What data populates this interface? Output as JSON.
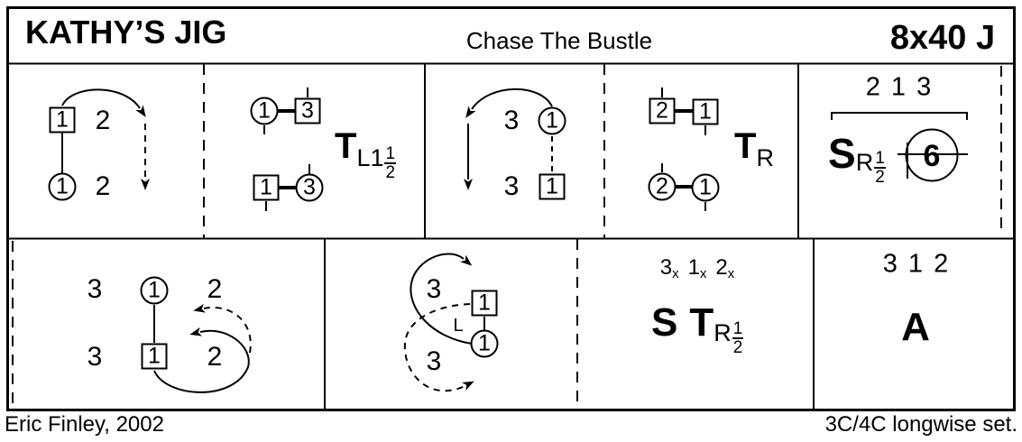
{
  "header": {
    "title": "KATHY’S JIG",
    "subtitle": "Chase The Bustle",
    "repeat_code": "8x40 J"
  },
  "footer": {
    "devisor": "Eric Finley, 2002",
    "set_type": "3C/4C longwise set."
  },
  "colors": {
    "ink": "#000000",
    "paper": "#ffffff"
  },
  "bars": {
    "b1": {
      "man_square": "1",
      "lady_circle": "1",
      "top_num": "2",
      "bottom_num": "2"
    },
    "b2": {
      "lady_top": "1",
      "man_top": "3",
      "man_bottom": "1",
      "lady_bottom": "3",
      "op": "T",
      "sub": "L1",
      "frac_num": "1",
      "frac_den": "2"
    },
    "b3": {
      "top_num": "3",
      "lady_circle": "1",
      "bottom_num": "3",
      "man_square": "1"
    },
    "b4": {
      "man_left": "2",
      "man_right": "1",
      "lady_left": "2",
      "lady_right": "1",
      "op": "T",
      "sub": "R"
    },
    "b5": {
      "order": "2 1 3",
      "op": "S",
      "sub": "R",
      "frac_num": "1",
      "frac_den": "2",
      "hands_round": "6"
    },
    "b6": {
      "top_left": "3",
      "lady_circle": "1",
      "top_right": "2",
      "bottom_left": "3",
      "man_square": "1",
      "bottom_right": "2"
    },
    "b7": {
      "top_num": "3",
      "man_square": "1",
      "shoulder": "L",
      "lady_circle": "1",
      "bottom_num": "3"
    },
    "b8": {
      "d1": "3",
      "x1": "x",
      "d2": "1",
      "x2": "x",
      "d3": "2",
      "x3": "x",
      "op1": "S",
      "op2": "T",
      "sub": "R",
      "frac_num": "1",
      "frac_den": "2"
    },
    "b9": {
      "order": "3 1 2",
      "op": "A"
    }
  }
}
